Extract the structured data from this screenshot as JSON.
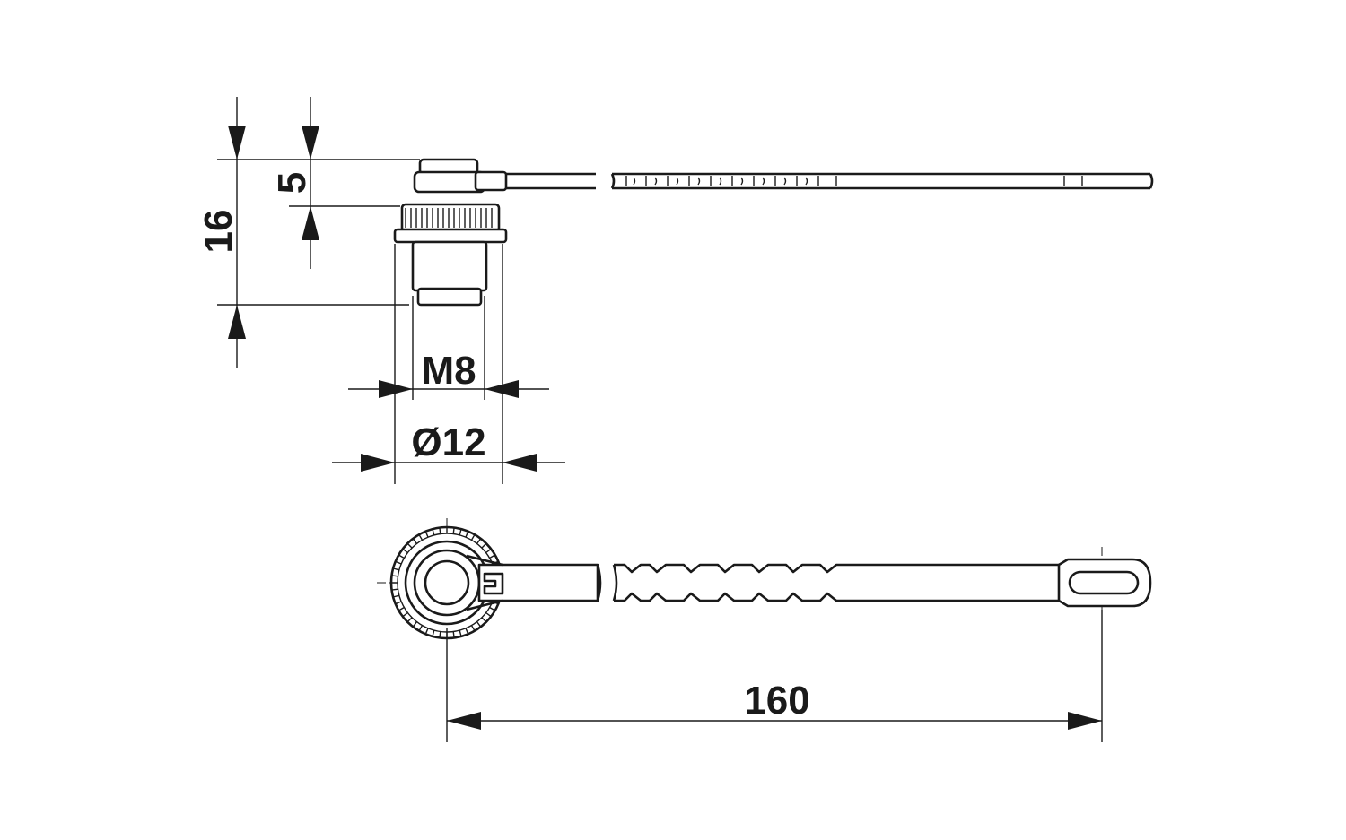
{
  "drawing": {
    "dimensions": {
      "height_total": "16",
      "height_cap": "5",
      "thread": "M8",
      "diameter": "Ø12",
      "length": "160"
    }
  }
}
